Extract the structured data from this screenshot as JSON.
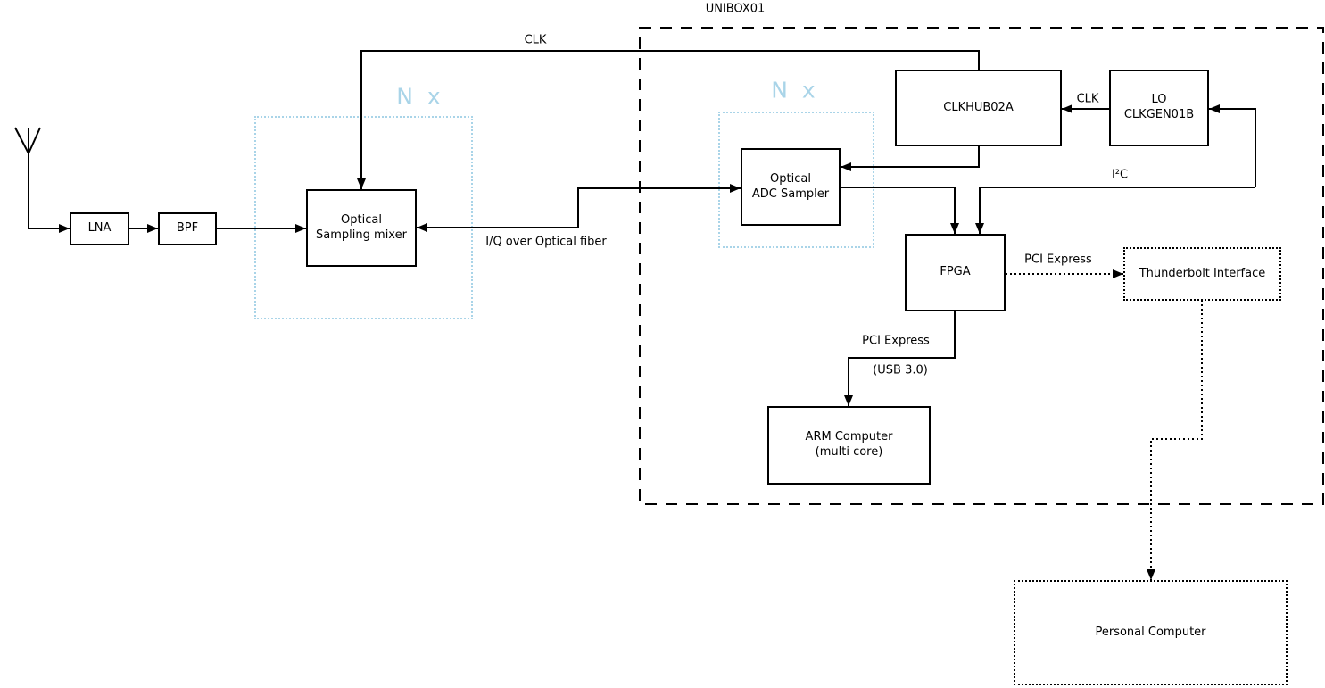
{
  "diagram": {
    "enclosure_label": "UNIBOX01",
    "groups": {
      "mixer_group_label": "N x",
      "adc_group_label": "N x"
    },
    "nodes": {
      "lna": "LNA",
      "bpf": "BPF",
      "sampling_mixer": "Optical\nSampling mixer",
      "adc_sampler": "Optical\nADC Sampler",
      "clkhub": "CLKHUB02A",
      "lo_clkgen": "LO\nCLKGEN01B",
      "fpga": "FPGA",
      "arm_computer": "ARM Computer\n(multi core)",
      "thunderbolt": "Thunderbolt Interface",
      "personal_computer": "Personal Computer"
    },
    "edge_labels": {
      "clk_main": "CLK",
      "clk_lo_to_hub": "CLK",
      "iq_fiber": "I/Q over Optical fiber",
      "i2c": "I²C",
      "pcie_thunderbolt": "PCI Express",
      "pcie_arm": "PCI Express",
      "usb": "(USB 3.0)"
    },
    "colors": {
      "line": "#000000",
      "accent": "#a9d4e8",
      "background": "#ffffff"
    }
  }
}
